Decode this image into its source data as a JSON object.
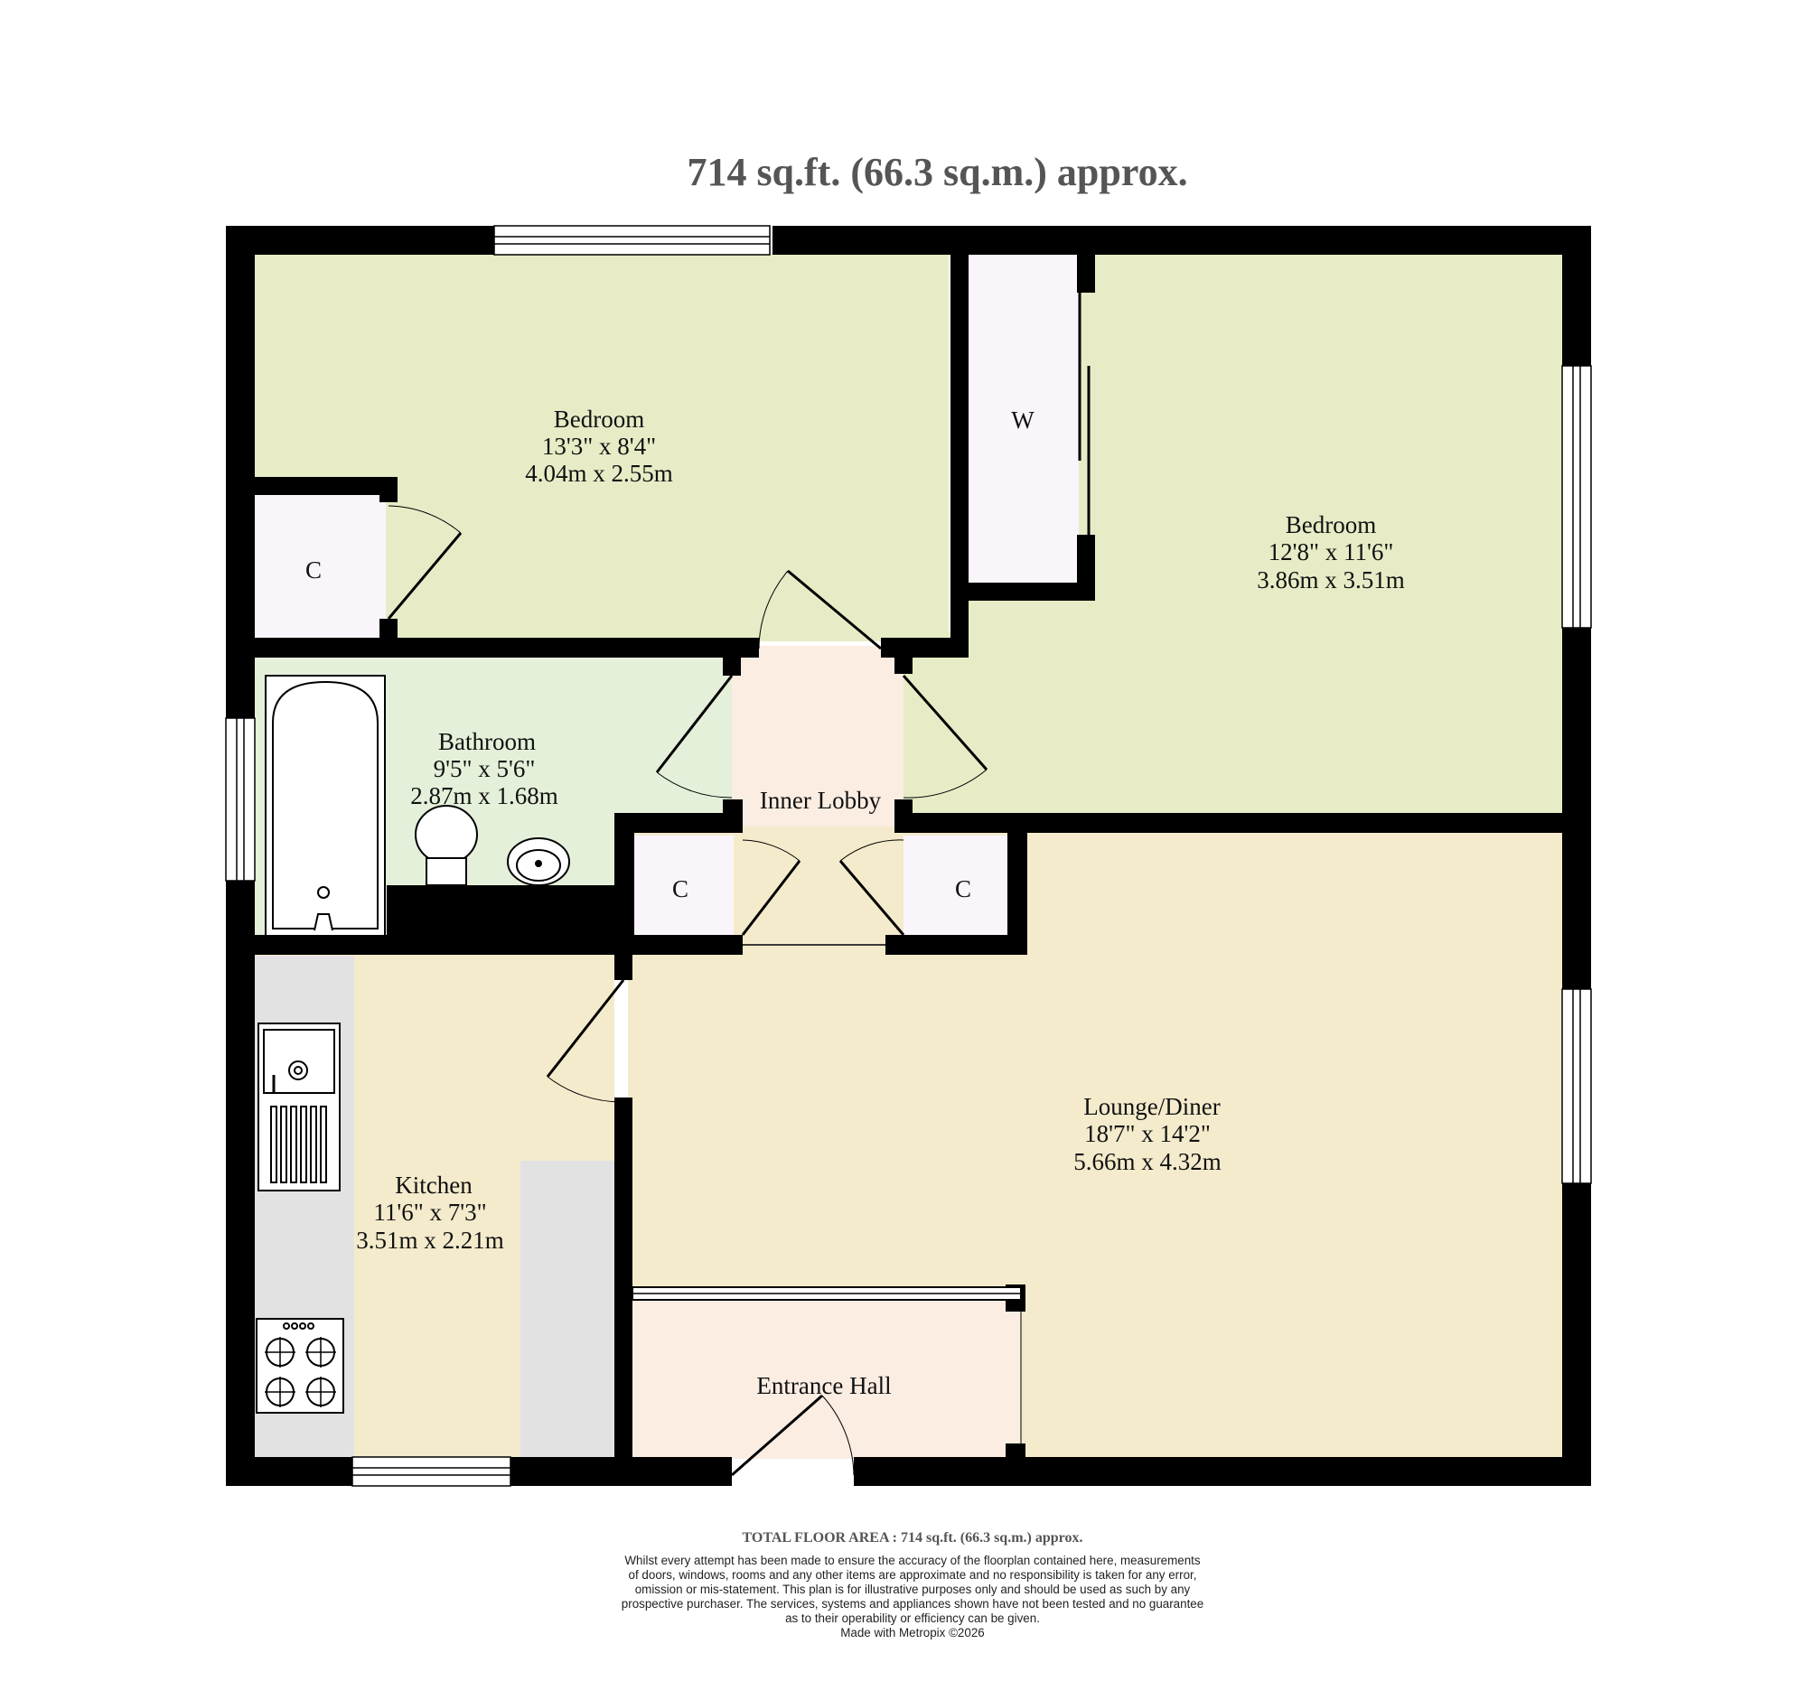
{
  "title": "714 sq.ft. (66.3 sq.m.) approx.",
  "colors": {
    "bedroom": "#e7ecc6",
    "bathroom": "#e5f0da",
    "lobby": "#fbede2",
    "lounge": "#f4ebcc",
    "cupboard": "#faf5fb",
    "worktop": "#e2e2e2",
    "wall": "#000000"
  },
  "rooms": {
    "bedroom1": {
      "name": "Bedroom",
      "imperial": "13'3\"  x 8'4\"",
      "metric": "4.04m  x 2.55m"
    },
    "bedroom2": {
      "name": "Bedroom",
      "imperial": "12'8\"  x 11'6\"",
      "metric": "3.86m  x 3.51m"
    },
    "bathroom": {
      "name": "Bathroom",
      "imperial": "9'5\"  x 5'6\"",
      "metric": "2.87m  x 1.68m"
    },
    "inner_lobby": {
      "name": "Inner Lobby"
    },
    "lounge": {
      "name": "Lounge/Diner",
      "imperial": "18'7\"  x 14'2\"",
      "metric": "5.66m  x 4.32m"
    },
    "kitchen": {
      "name": "Kitchen",
      "imperial": "11'6\"  x 7'3\"",
      "metric": "3.51m  x 2.21m"
    },
    "entrance_hall": {
      "name": "Entrance Hall"
    },
    "cupboard_label": "C",
    "wardrobe_label": "W"
  },
  "footer": {
    "total": "TOTAL FLOOR AREA : 714 sq.ft. (66.3 sq.m.) approx.",
    "disclaimer": [
      "Whilst every attempt has been made to ensure the accuracy of the floorplan contained here, measurements",
      "of doors, windows, rooms and any other items are approximate and no responsibility is taken for any error,",
      "omission or mis-statement. This plan is for illustrative purposes only and should be used as such by any",
      "prospective purchaser. The services, systems and appliances shown have not been tested and no guarantee",
      "as to their operability or efficiency can be given."
    ],
    "credit": "Made with Metropix ©2026"
  }
}
